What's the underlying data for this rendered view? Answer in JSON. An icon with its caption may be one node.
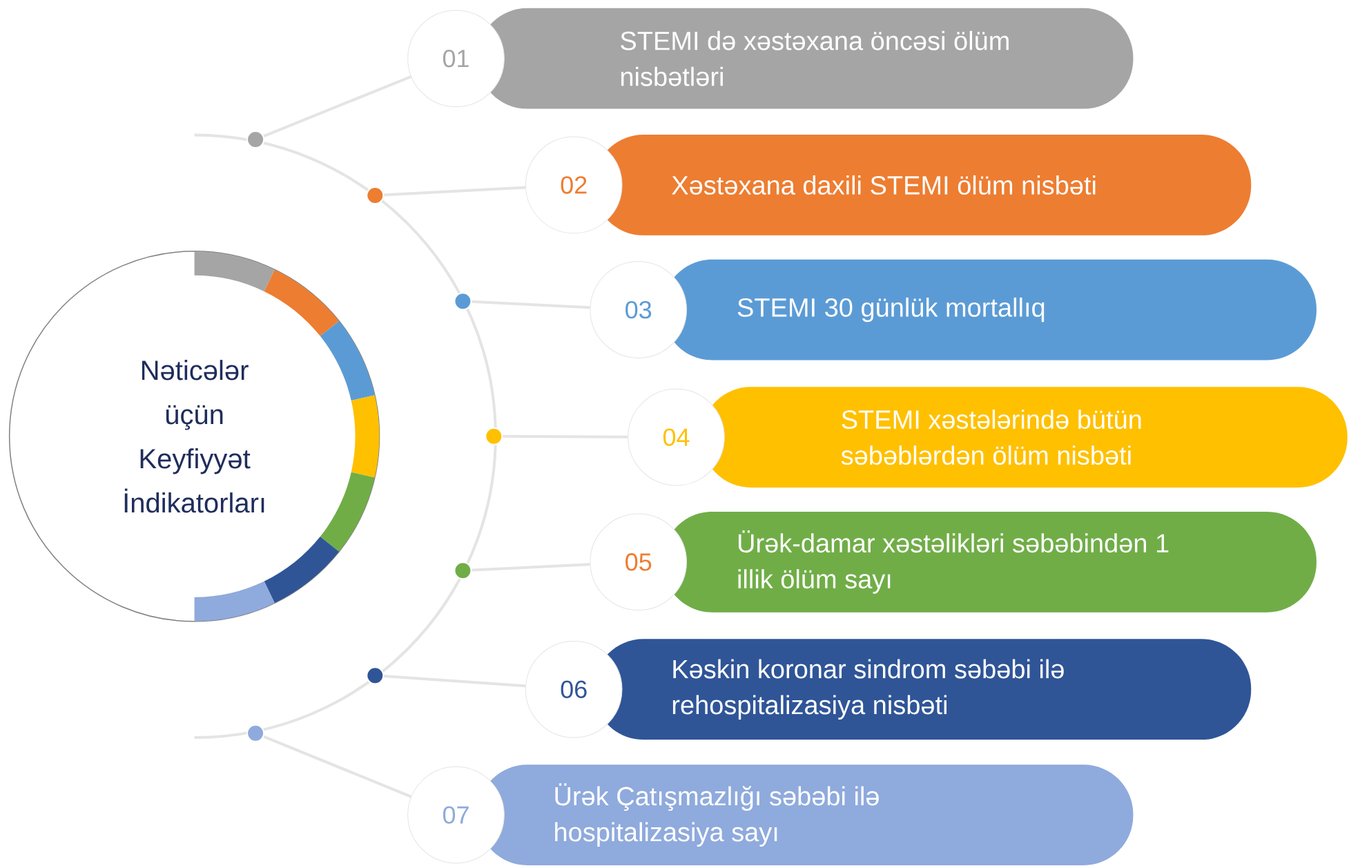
{
  "diagram": {
    "nodes": [
      {
        "text": [
          "Nəticələr üçün Keyfiyyət İndikatorları"
        ]
      },
      {
        "text": [],
        "shape": "circle"
      },
      {
        "text": [
          "01"
        ]
      },
      {
        "text": [
          "STEMI də xəstəxana öncəsi ölüm nisbətləri"
        ]
      },
      {
        "text": [],
        "shape": "circle"
      },
      {
        "text": [
          "02"
        ]
      },
      {
        "text": [
          "Xəstəxana daxili STEMI ölüm nisbəti"
        ]
      },
      {
        "text": [],
        "shape": "circle"
      },
      {
        "text": [
          "03"
        ]
      },
      {
        "text": [
          "STEMI 30 günlük mortallıq"
        ]
      },
      {
        "text": [],
        "shape": "circle"
      },
      {
        "text": [
          "04"
        ]
      },
      {
        "text": [
          "STEMI xəstələrində bütün səbəblərdən ölüm nisbəti"
        ]
      },
      {
        "text": [],
        "shape": "circle"
      },
      {
        "text": [
          "05"
        ]
      },
      {
        "text": [
          "Ürək-damar xəstəlikləri səbəbindən 1 illik ölüm sayı"
        ]
      },
      {
        "text": [],
        "shape": "circle"
      },
      {
        "text": [
          "06"
        ]
      },
      {
        "text": [
          "Kəskin koronar sindrom səbəbi ilə rehospitalizasiya nisbəti"
        ]
      },
      {
        "text": [],
        "shape": "circle"
      },
      {
        "text": [
          "07"
        ]
      },
      {
        "text": [
          "Ürək Çatışmazlığı səbəbi ilə hospitalizasiya sayı"
        ]
      }
    ],
    "edges": [
      {
        "from": 1,
        "to": 2,
        "arrow": "none"
      },
      {
        "from": 4,
        "to": 5,
        "arrow": "none"
      },
      {
        "from": 7,
        "to": 8,
        "arrow": "none"
      },
      {
        "from": 10,
        "to": 11,
        "arrow": "none"
      },
      {
        "from": 13,
        "to": 14,
        "arrow": "none"
      },
      {
        "from": 16,
        "to": 17,
        "arrow": "none"
      },
      {
        "from": 19,
        "to": 20,
        "arrow": "none"
      }
    ]
  }
}
